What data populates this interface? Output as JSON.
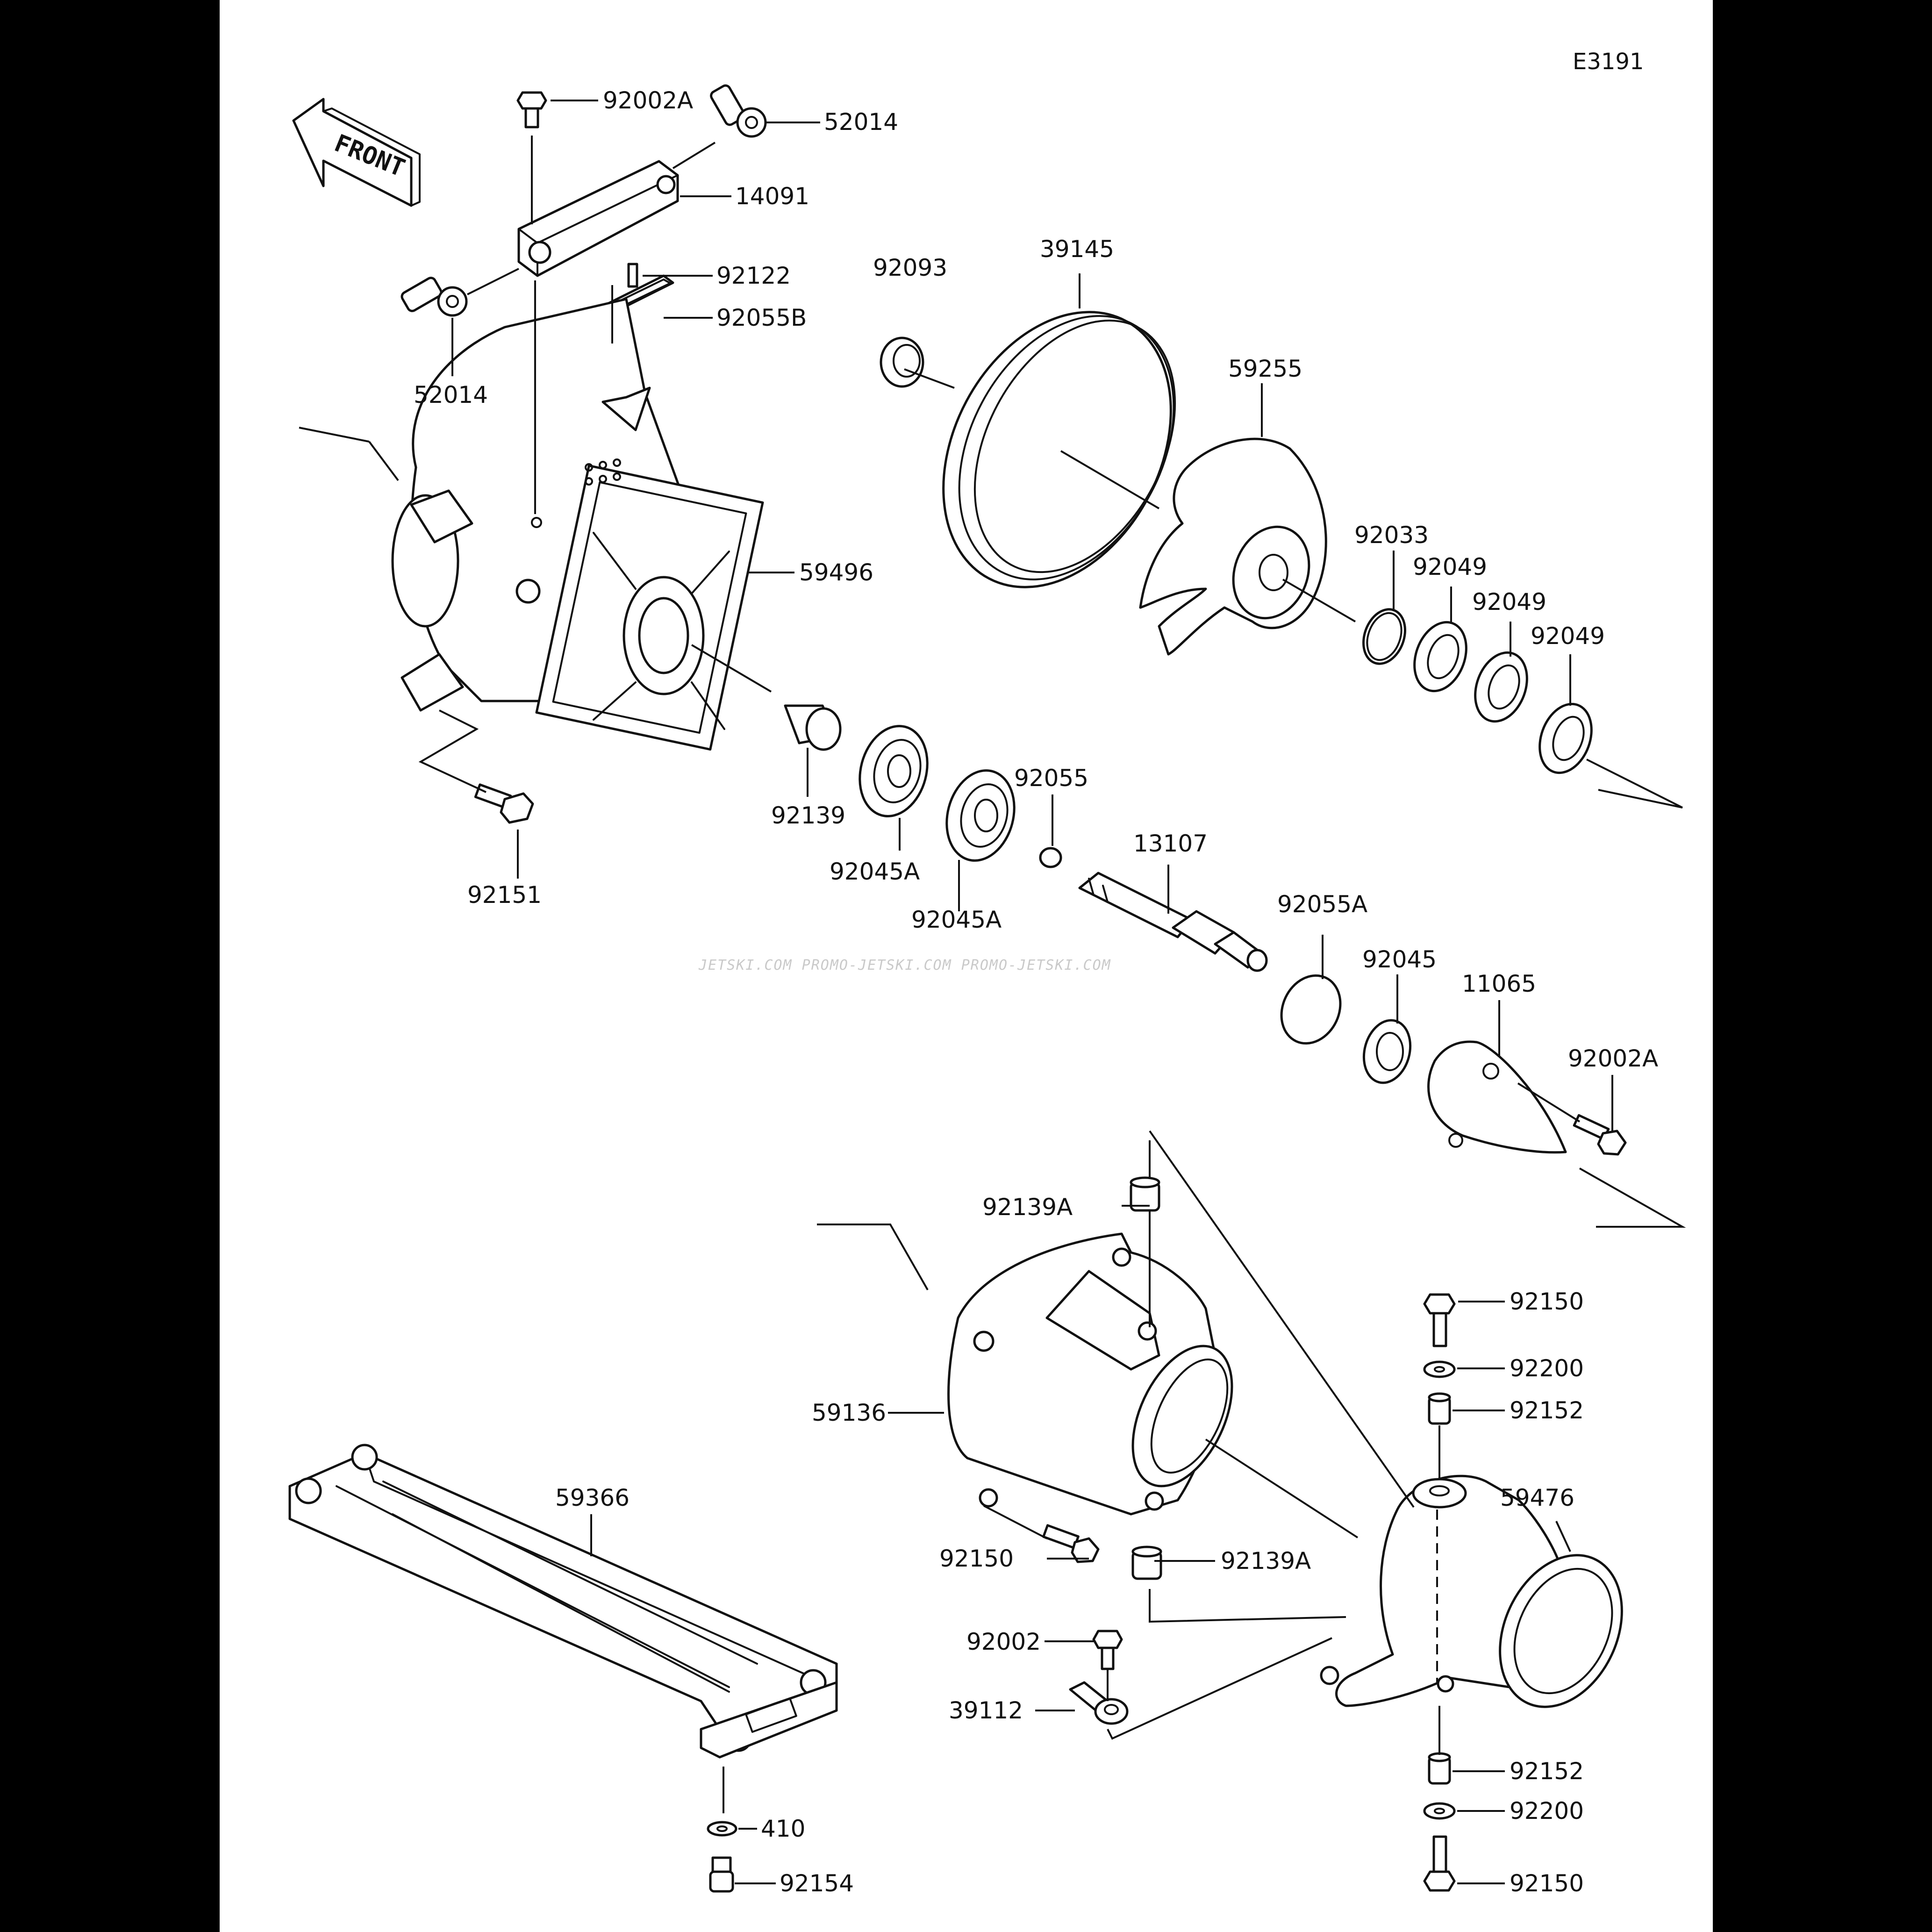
{
  "diagram": {
    "code": "E3191",
    "direction_label": "FRONT",
    "watermark": "JETSKI.COM  PROMO-JETSKI.COM  PROMO-JETSKI.COM",
    "part_numbers": {
      "p92002A_top": "92002A",
      "p52014_top": "52014",
      "p14091": "14091",
      "p92122": "92122",
      "p92055B": "92055B",
      "p52014_left": "52014",
      "p59496": "59496",
      "p92151": "92151",
      "p92093": "92093",
      "p39145": "39145",
      "p59255": "59255",
      "p92033": "92033",
      "p92049_a": "92049",
      "p92049_b": "92049",
      "p92049_c": "92049",
      "p92139": "92139",
      "p92045A_a": "92045A",
      "p92045A_b": "92045A",
      "p92055": "92055",
      "p13107": "13107",
      "p92055A": "92055A",
      "p92045": "92045",
      "p11065": "11065",
      "p92002A_right": "92002A",
      "p92139A_top": "92139A",
      "p59136": "59136",
      "p92150_left": "92150",
      "p92139A_bottom": "92139A",
      "p92002": "92002",
      "p39112": "39112",
      "p59366": "59366",
      "p410": "410",
      "p92154": "92154",
      "p92150_top": "92150",
      "p92200_top": "92200",
      "p92152_top": "92152",
      "p59476": "59476",
      "p92152_bottom": "92152",
      "p92200_bottom": "92200",
      "p92150_bottom": "92150"
    }
  }
}
